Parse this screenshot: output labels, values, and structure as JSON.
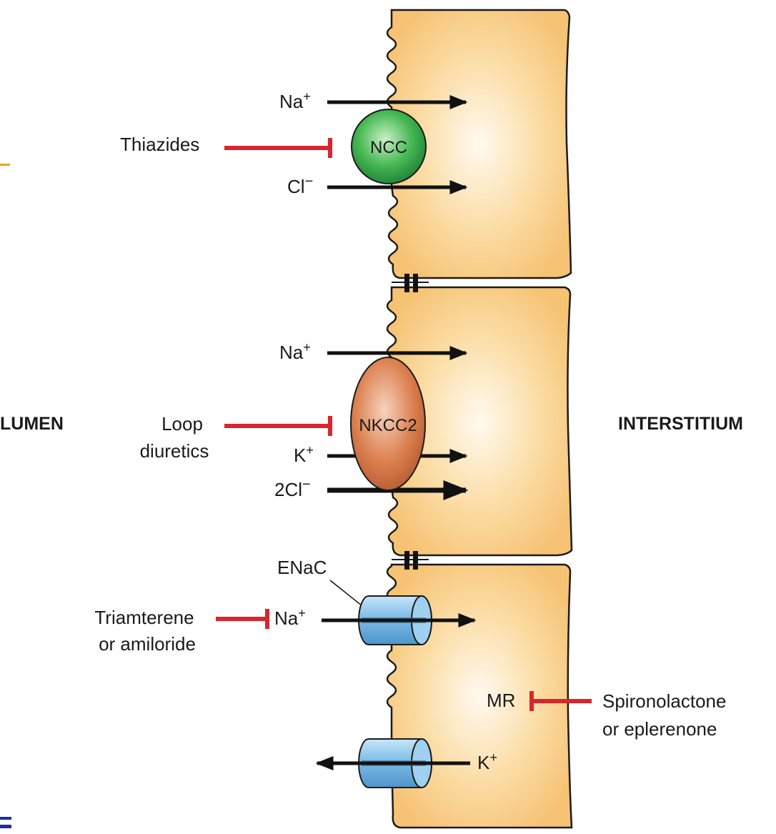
{
  "regions": {
    "lumen": "LUMEN",
    "interstitium": "INTERSTITIUM"
  },
  "transporters": {
    "ncc": "NCC",
    "nkcc2": "NKCC2",
    "enac": "ENaC",
    "mr": "MR"
  },
  "ions": {
    "na": "Na",
    "cl": "Cl",
    "k": "K",
    "two_cl": "2Cl",
    "plus": "+",
    "minus": "−"
  },
  "drugs": {
    "thiazides": "Thiazides",
    "loop_line1": "Loop",
    "loop_line2": "diuretics",
    "triamterene_line1": "Triamterene",
    "triamterene_line2": "or amiloride",
    "spiro_line1": "Spironolactone",
    "spiro_line2": "or eplerenone"
  },
  "colors": {
    "cell_fill": "#f8c97e",
    "cell_center": "#fff7ea",
    "ncc_green": "#3bb54a",
    "nkcc2_orange": "#d9794a",
    "enac_blue": "#86c3ea",
    "inhibitor_red": "#d9262c",
    "arrow_black": "#111111",
    "edge_orange": "#f0a020",
    "edge_blue": "#1f2fa0"
  }
}
